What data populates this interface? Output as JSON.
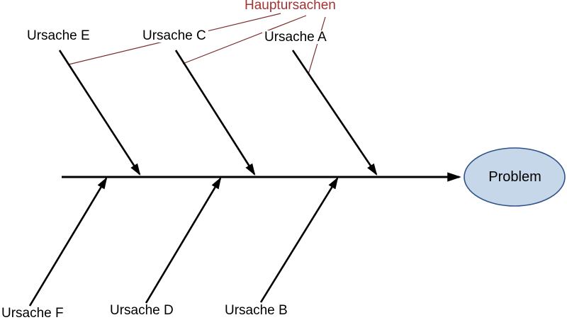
{
  "diagram": {
    "type": "fishbone",
    "title": {
      "text": "Hauptursachen",
      "color": "#A13331"
    },
    "problem": {
      "label": "Problem",
      "fill_color": "#C7D7EA",
      "border_color": "#2E5288"
    },
    "causes": {
      "top": [
        {
          "label": "Ursache E"
        },
        {
          "label": "Ursache C"
        },
        {
          "label": "Ursache A"
        }
      ],
      "bottom": [
        {
          "label": "Ursache F"
        },
        {
          "label": "Ursache D"
        },
        {
          "label": "Ursache B"
        }
      ]
    },
    "colors": {
      "arrow": "#000000",
      "leader_line": "#7B2B28"
    }
  }
}
